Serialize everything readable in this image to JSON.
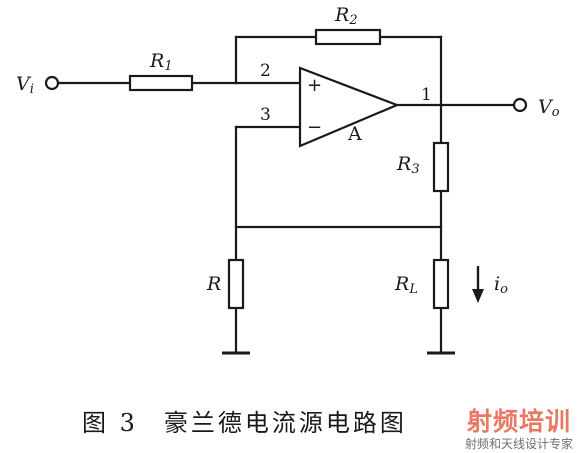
{
  "labels": {
    "vi": "V",
    "vi_sub": "i",
    "vo": "V",
    "vo_sub": "o",
    "r1": "R",
    "r1_sub": "1",
    "r2": "R",
    "r2_sub": "2",
    "r3": "R",
    "r3_sub": "3",
    "r": "R",
    "rl": "R",
    "rl_sub": "L",
    "io": "i",
    "io_sub": "o",
    "amp": "A",
    "plus": "+",
    "minus": "−"
  },
  "pins": {
    "in_plus": "2",
    "in_minus": "3",
    "out": "1"
  },
  "caption": {
    "number": "图 3",
    "title": "豪兰德电流源电路图"
  },
  "watermark": {
    "main": "射频培训",
    "sub": "射频和天线设计专家"
  }
}
